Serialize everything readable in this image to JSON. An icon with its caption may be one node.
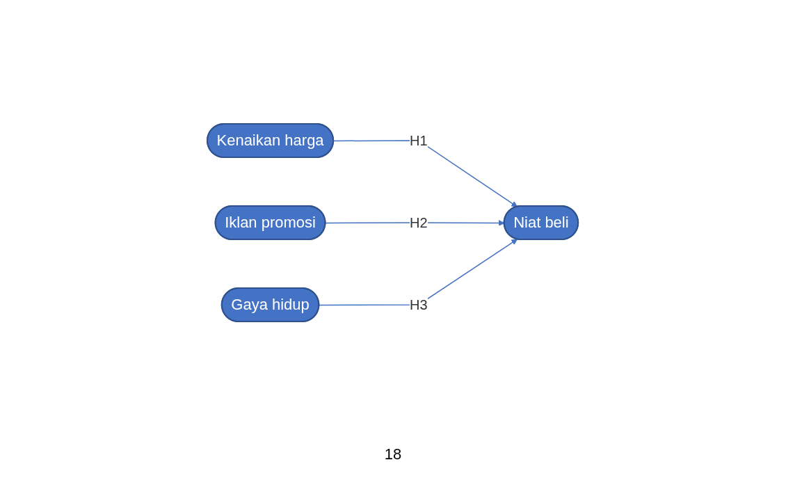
{
  "diagram": {
    "nodes": [
      {
        "text": [
          "Kenaikan harga"
        ]
      },
      {
        "text": [
          "Iklan promosi"
        ]
      },
      {
        "text": [
          "Gaya hidup"
        ]
      },
      {
        "text": [
          "Niat beli"
        ]
      }
    ],
    "edges": [
      {
        "from": 0,
        "to": 3,
        "arrow": "to",
        "label": "H1"
      },
      {
        "from": 1,
        "to": 3,
        "arrow": "to",
        "label": "H2"
      },
      {
        "from": 2,
        "to": 3,
        "arrow": "to",
        "label": "H3"
      }
    ],
    "labels": [
      "18"
    ]
  }
}
